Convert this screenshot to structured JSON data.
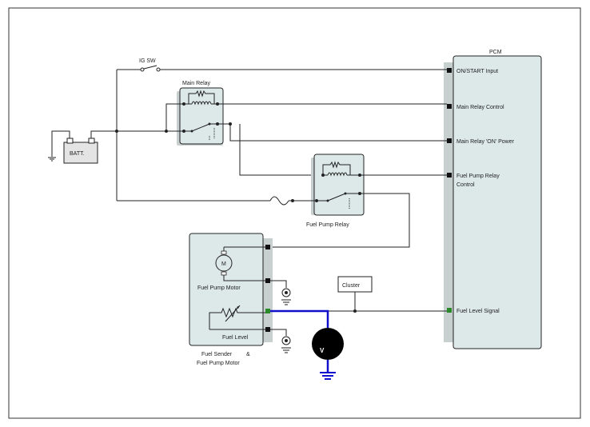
{
  "pcm": {
    "title": "PCM",
    "pins": [
      {
        "label": "ON/START Input"
      },
      {
        "label": "Main Relay Control"
      },
      {
        "label": "Main Relay 'ON' Power"
      },
      {
        "label_line1": "Fuel Pump Relay",
        "label_line2": "Control"
      },
      {
        "label": "Fuel Level Signal",
        "color": "#2a8a2a"
      }
    ]
  },
  "battery": {
    "label": "BATT."
  },
  "ignition_switch": {
    "label": "IG SW"
  },
  "main_relay": {
    "label": "Main Relay"
  },
  "fuel_pump_relay": {
    "label": "Fuel Pump Relay"
  },
  "cluster": {
    "label": "Cluster"
  },
  "sender": {
    "motor_symbol": "M",
    "motor_label": "Fuel Pump Motor",
    "level_label": "Fuel Level",
    "caption_line1": "Fuel Sender",
    "caption_amp": "&",
    "caption_line2": "Fuel Pump Motor"
  },
  "voltmeter": {
    "symbol": "V",
    "probe_color": "#1010cc"
  }
}
